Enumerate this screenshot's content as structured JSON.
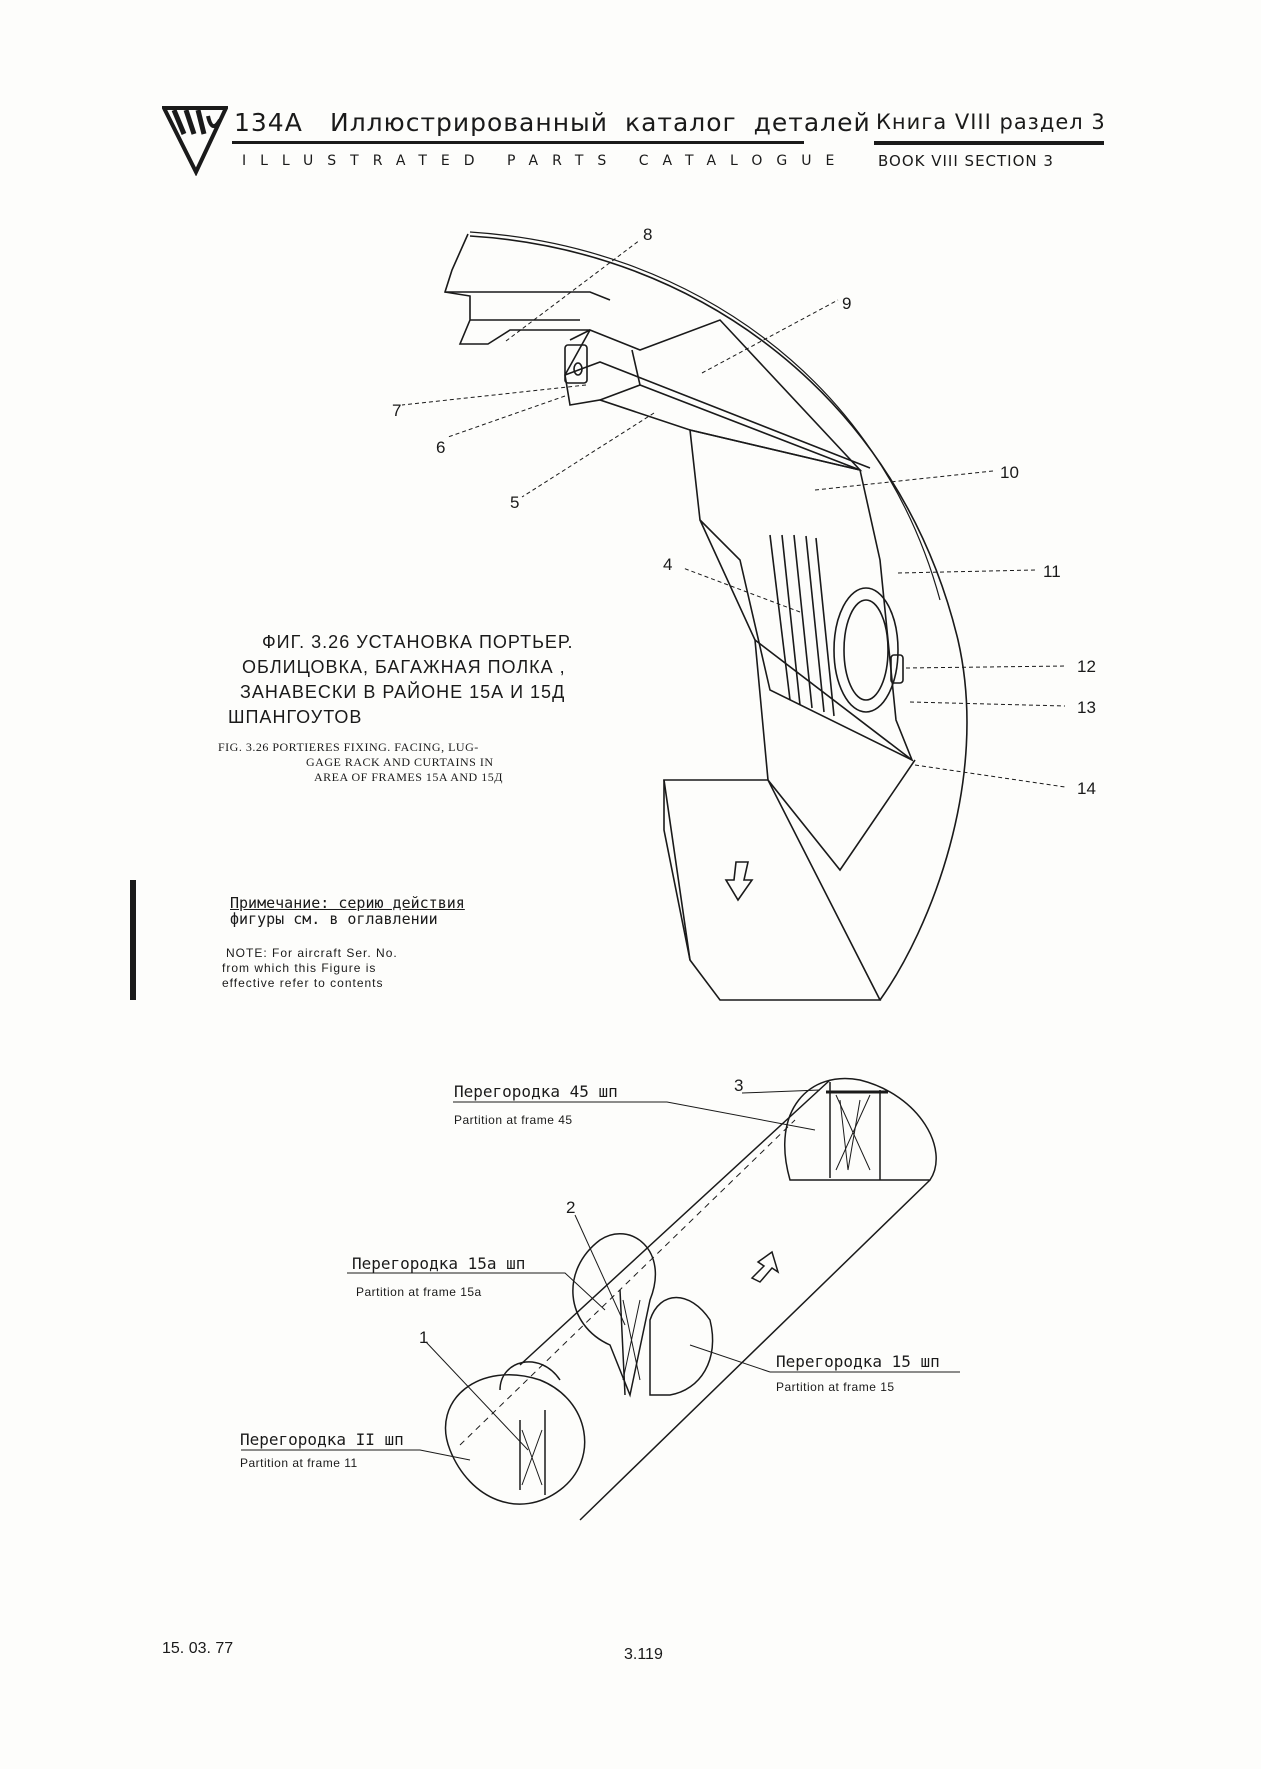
{
  "header": {
    "model": "134А",
    "title_ru": "Иллюстрированный   каталог деталей",
    "title_en": "ILLUSTRATED PARTS CATALOGUE",
    "book_ru": "Книга VIII раздел 3",
    "book_en": "BOOK VIII SECTION 3"
  },
  "figure": {
    "caption_ru": [
      "ФИГ. 3.26 УСТАНОВКА ПОРТЬЕР.",
      "ОБЛИЦОВКА, БАГАЖНАЯ ПОЛКА ,",
      "ЗАНАВЕСКИ В РАЙОНЕ 15А И 15Д",
      "ШПАНГОУТОВ"
    ],
    "caption_en": [
      "FIG. 3.26 PORTIERES FIXING. FACING, LUG-",
      "GAGE RACK AND CURTAINS IN",
      "AREA OF FRAMES 15A AND 15Д"
    ],
    "callouts": [
      "1",
      "2",
      "3",
      "4",
      "5",
      "6",
      "7",
      "8",
      "9",
      "10",
      "11",
      "12",
      "13",
      "14"
    ]
  },
  "note": {
    "ru_line1": "Примечание: серию действия",
    "ru_line2": "фигуры см. в оглавлении",
    "en_line1": "NOTE: For aircraft Ser. No.",
    "en_line2": "from which this Figure is",
    "en_line3": "effective refer to contents"
  },
  "partitions": {
    "p45_ru": "Перегородка 45 шп",
    "p45_en": "Partition at frame 45",
    "p15a_ru": "Перегородка 15а шп",
    "p15a_en": "Partition at frame 15a",
    "p15_ru": "Перегородка 15 шп",
    "p15_en": "Partition at frame 15",
    "p11_ru": "Перегородка II шп",
    "p11_en": "Partition at frame 11"
  },
  "footer": {
    "date": "15. 03. 77",
    "page": "3.119"
  }
}
